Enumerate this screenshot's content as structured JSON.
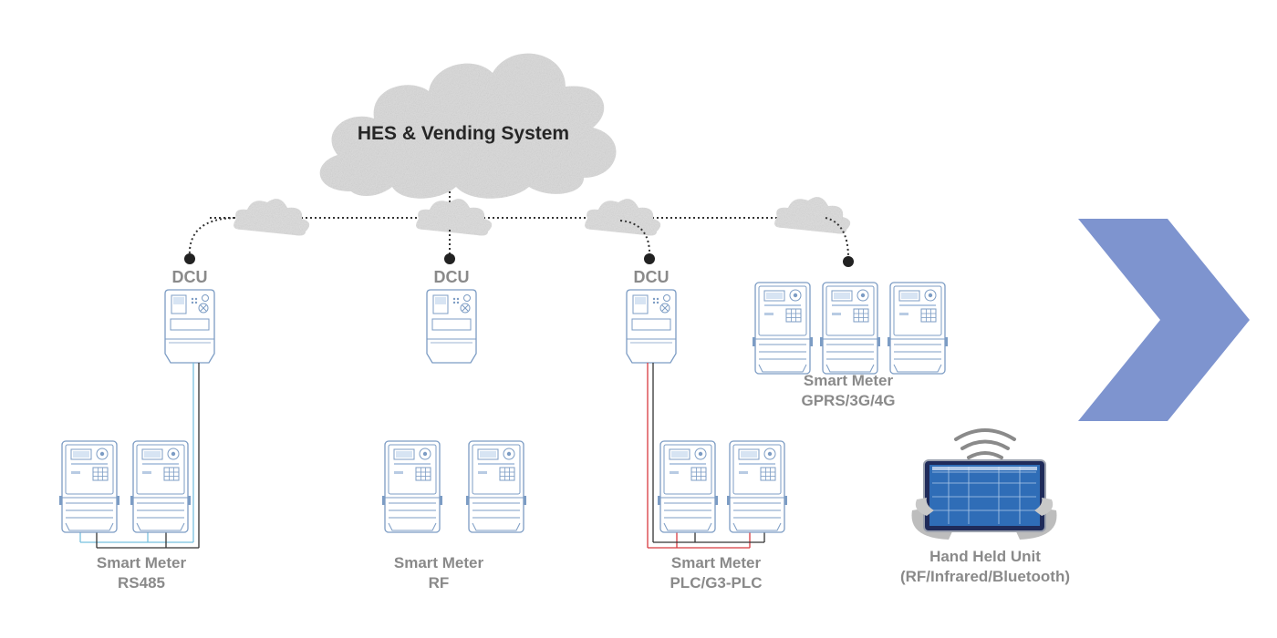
{
  "hes": {
    "title": "HES & Vending System"
  },
  "dcu_label": "DCU",
  "groups": [
    {
      "name": "Smart Meter",
      "tech": "RS485"
    },
    {
      "name": "Smart Meter",
      "tech": "RF"
    },
    {
      "name": "Smart Meter",
      "tech": "PLC/G3-PLC"
    },
    {
      "name": "Smart Meter",
      "tech": "GPRS/3G/4G"
    }
  ],
  "handheld": {
    "name": "Hand Held Unit",
    "tech": "(RF/Infrared/Bluetooth)"
  },
  "colors": {
    "cloud": "#dcdcdc",
    "device_stroke": "#7c9cc4",
    "label": "#8a8a8a",
    "rs485_line": "#78c0df",
    "plc_line": "#d8393e",
    "chevron": "#7e94cf"
  }
}
